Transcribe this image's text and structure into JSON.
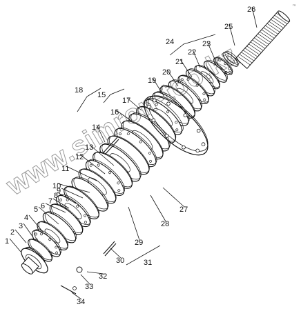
{
  "watermark": "www.simron-too.kz",
  "corner_mark": "ru",
  "callouts": [
    "1",
    "2",
    "3",
    "4",
    "5",
    "6",
    "7",
    "8",
    "9",
    "10",
    "11",
    "12",
    "13",
    "14",
    "15",
    "16",
    "17",
    "18",
    "19",
    "20",
    "21",
    "22",
    "23",
    "24",
    "25",
    "26",
    "27",
    "28",
    "29",
    "30",
    "31",
    "32",
    "33",
    "34"
  ],
  "colors": {
    "line": "#111111",
    "watermark": "#444444",
    "background": "#ffffff"
  }
}
